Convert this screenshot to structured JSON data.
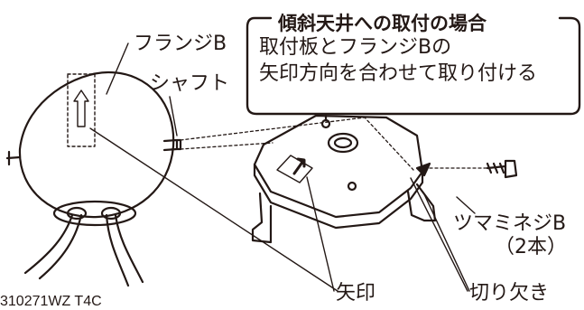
{
  "callout": {
    "title": "傾斜天井への取付の場合",
    "line1": "取付板とフランジBの",
    "line2": "矢印方向を合わせて取り付ける"
  },
  "labels": {
    "flange_b": "フランジB",
    "shaft": "シャフト",
    "knob_screw_b": "ツマミネジB",
    "quantity": "（2本）",
    "arrow_mark": "矢印",
    "notch": "切り欠き"
  },
  "figure_code": "310271WZ T4C",
  "colors": {
    "ink": "#231815"
  }
}
